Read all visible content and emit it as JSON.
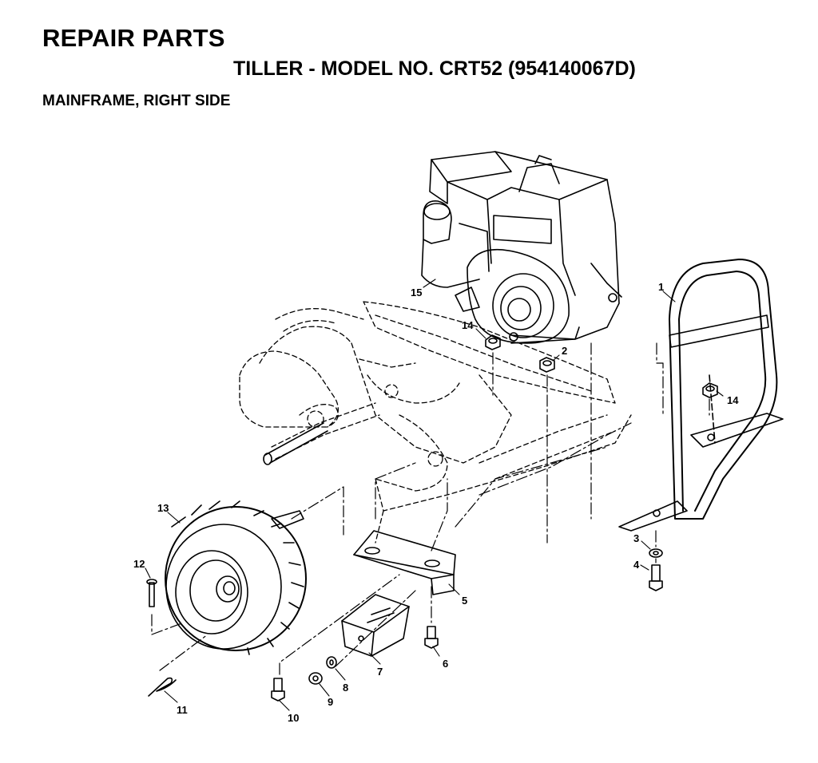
{
  "header": {
    "title": "REPAIR PARTS",
    "model": "TILLER - MODEL NO. CRT52  (954140067D)",
    "section": "MAINFRAME, RIGHT SIDE"
  },
  "callouts": {
    "c1": "1",
    "c2": "2",
    "c3": "3",
    "c4": "4",
    "c5": "5",
    "c6": "6",
    "c7": "7",
    "c8": "8",
    "c9": "9",
    "c10": "10",
    "c11": "11",
    "c12": "12",
    "c13": "13",
    "c14a": "14",
    "c14b": "14",
    "c15": "15"
  }
}
